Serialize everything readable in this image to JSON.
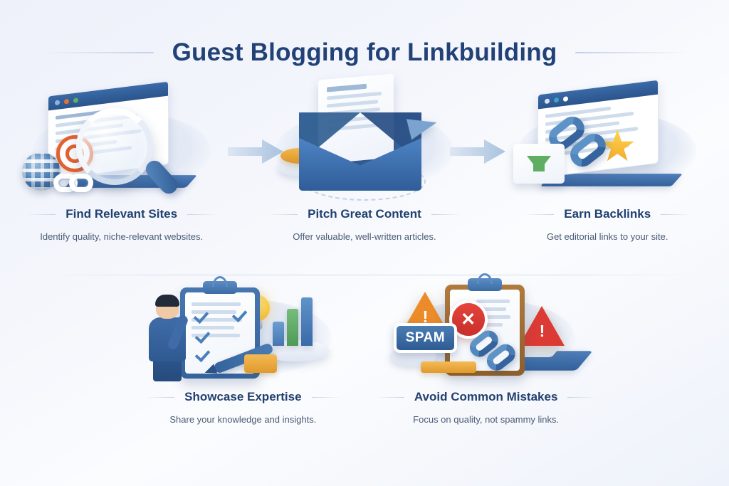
{
  "title": "Guest Blogging for Linkbuilding",
  "theme": {
    "background": "#eef1fa",
    "title_color": "#224277",
    "heading_color": "#21406f",
    "body_color": "#4a5b74",
    "accent_blue": "#3a6aa8",
    "accent_orange": "#e4622f",
    "accent_green": "#5fae63",
    "accent_red": "#dc3b35",
    "accent_gold": "#ffd34d"
  },
  "steps": [
    {
      "heading": "Find Relevant Sites",
      "description": "Identify quality, niche-relevant websites.",
      "icons": [
        "browser-window-icon",
        "magnifier-icon",
        "target-icon",
        "globe-icon",
        "chain-link-icon"
      ]
    },
    {
      "heading": "Pitch Great Content",
      "description": "Offer valuable, well-written articles.",
      "icons": [
        "envelope-icon",
        "document-icon",
        "paper-plane-icon",
        "coin-icon"
      ]
    },
    {
      "heading": "Earn Backlinks",
      "description": "Get editorial links to your site.",
      "icons": [
        "browser-window-icon",
        "chain-link-icon",
        "star-icon",
        "download-check-card-icon"
      ]
    },
    {
      "heading": "Showcase Expertise",
      "description": "Share your knowledge and insights.",
      "icons": [
        "person-icon",
        "clipboard-checklist-icon",
        "lightbulb-icon",
        "bar-chart-icon",
        "pen-icon"
      ]
    },
    {
      "heading": "Avoid Common Mistakes",
      "description": "Focus on quality, not spammy links.",
      "icons": [
        "clipboard-icon",
        "x-circle-icon",
        "warning-triangle-icon",
        "spam-badge-icon",
        "chain-link-icon"
      ]
    }
  ],
  "spam_badge_label": "SPAM",
  "warning_mark": "!",
  "x_mark": "✕"
}
